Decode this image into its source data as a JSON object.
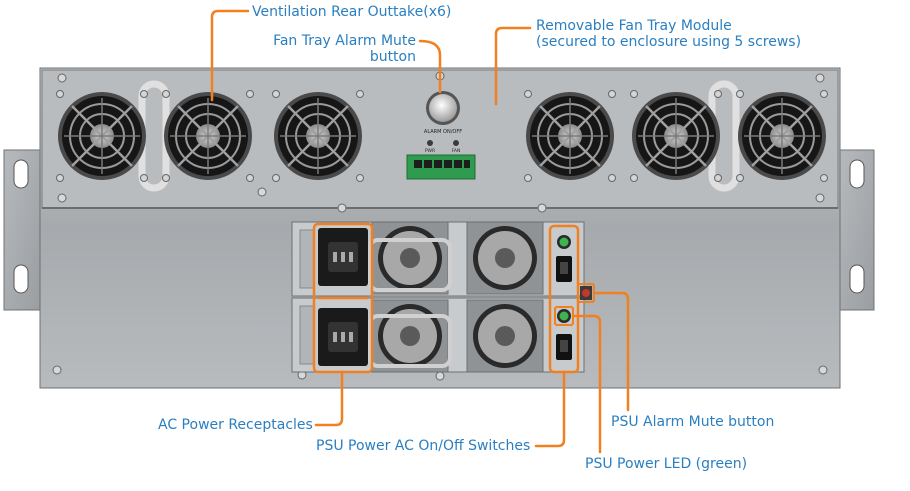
{
  "labels": {
    "ventilation": "Ventilation Rear Outtake(x6)",
    "fan_tray_alarm_line1": "Fan Tray Alarm Mute",
    "fan_tray_alarm_line2": "button",
    "removable_tray_line1": "Removable Fan Tray Module",
    "removable_tray_line2": "(secured to enclosure using 5 screws)",
    "ac_power": "AC Power Receptacles",
    "psu_switches": "PSU Power AC On/Off Switches",
    "psu_alarm": "PSU Alarm Mute button",
    "psu_led": "PSU Power LED (green)"
  },
  "panel_labels": {
    "alarm_on_off": "ALARM ON/OFF",
    "pwr": "PWR",
    "fan": "FAN"
  },
  "colors": {
    "label_text": "#2a7fc1",
    "callout": "#f08020",
    "chassis": "#a9adb0",
    "chassis_dark": "#7d8185",
    "fan_dark": "#1c1c1c",
    "terminal_green": "#2e9b4e",
    "led_green": "#3fb34f"
  }
}
